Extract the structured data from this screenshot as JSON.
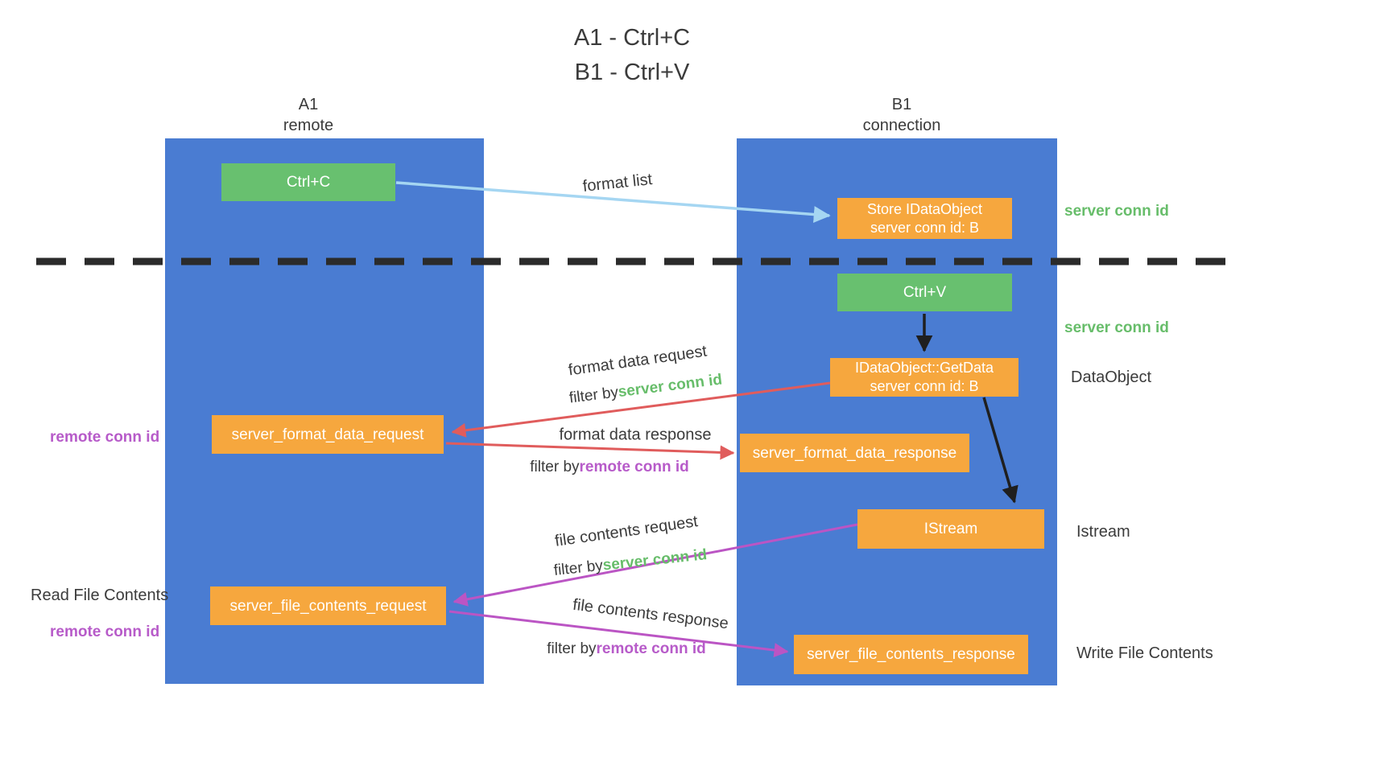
{
  "title": {
    "line1": "A1 - Ctrl+C",
    "line2": "B1 - Ctrl+V"
  },
  "lanes": {
    "a": {
      "name": "A1",
      "sub": "remote"
    },
    "b": {
      "name": "B1",
      "sub": "connection"
    }
  },
  "nodes": {
    "ctrl_c": {
      "label": "Ctrl+C"
    },
    "store_idataobject": {
      "line1": "Store IDataObject",
      "line2": "server conn id: B"
    },
    "ctrl_v": {
      "label": "Ctrl+V"
    },
    "getdata": {
      "line1": "IDataObject::GetData",
      "line2": "server conn id: B"
    },
    "format_request": {
      "label": "server_format_data_request"
    },
    "format_response": {
      "label": "server_format_data_response"
    },
    "istream": {
      "label": "IStream"
    },
    "file_request": {
      "label": "server_file_contents_request"
    },
    "file_response": {
      "label": "server_file_contents_response"
    }
  },
  "edges": {
    "format_list": {
      "label": "format list"
    },
    "format_data_request": {
      "label": "format data request",
      "filter_prefix": "filter by",
      "filter_key": "server conn id"
    },
    "format_data_response": {
      "label": "format data response",
      "filter_prefix": "filter by",
      "filter_key": "remote conn id"
    },
    "file_contents_request": {
      "label": "file contents request",
      "filter_prefix": "filter by",
      "filter_key": "server conn id"
    },
    "file_contents_response": {
      "label": "file contents response",
      "filter_prefix": "filter by",
      "filter_key": "remote conn id"
    }
  },
  "side_labels": {
    "server_conn_id_top": "server conn id",
    "server_conn_id_mid": "server conn id",
    "dataobject": "DataObject",
    "istream": "Istream",
    "write_file_contents": "Write File Contents",
    "remote_conn_id_format": "remote conn id",
    "read_file_contents": "Read File Contents",
    "remote_conn_id_file": "remote conn id"
  },
  "colors": {
    "lane-blue": "#4a7cd2",
    "node-green": "#68c06f",
    "node-orange": "#f6a73e",
    "arrow-blue": "#a5d6f2",
    "arrow-red": "#e05c5c",
    "arrow-purple": "#bb55c4",
    "arrow-black": "#1f1f1f",
    "divider": "#2b2b2b",
    "text-dark": "#3d3d3d",
    "text-green": "#67bd6a",
    "text-purple": "#b75bc9"
  }
}
